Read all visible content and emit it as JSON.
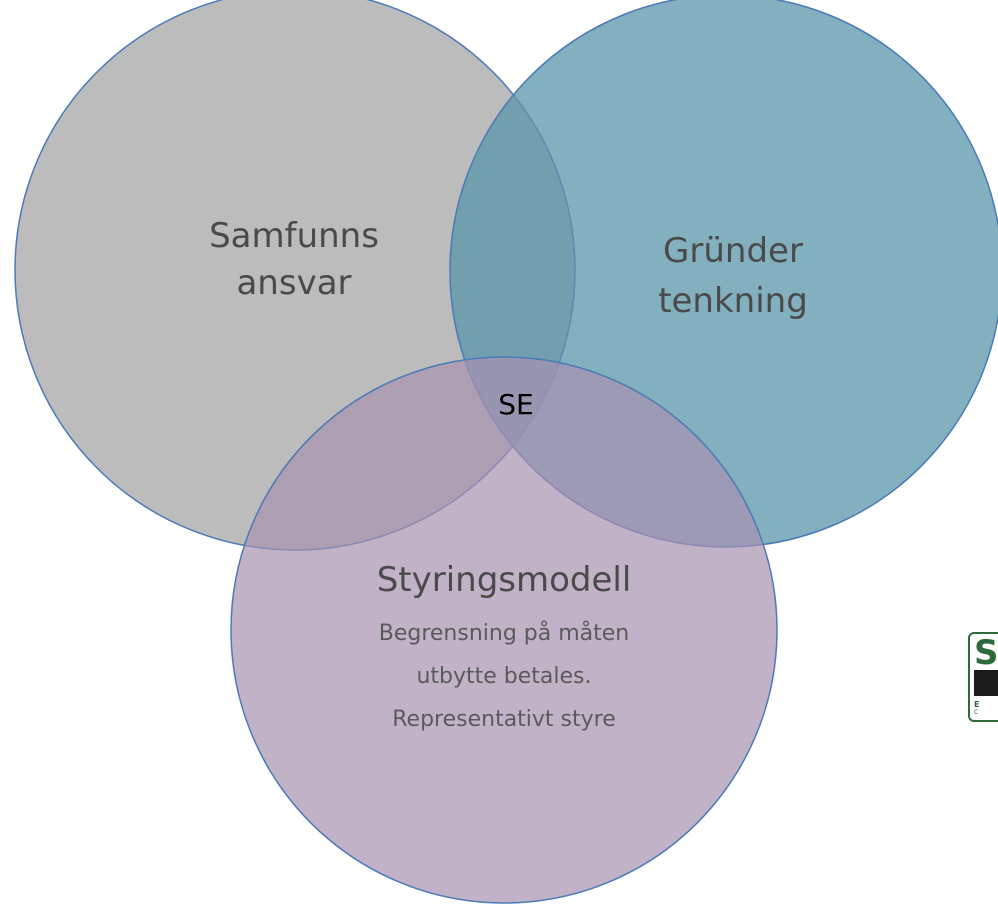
{
  "diagram": {
    "circles": [
      {
        "id": "samfunnsansvar",
        "lines": [
          "Samfunns",
          "ansvar"
        ],
        "fill": "#b0b0b0",
        "stroke": "#4a7ab8"
      },
      {
        "id": "grundertenkning",
        "lines": [
          "Gründer",
          "tenkning"
        ],
        "fill": "#5a95a8",
        "stroke": "#4a7ab8"
      },
      {
        "id": "styringsmodell",
        "title": "Styringsmodell",
        "lines": [
          "Begrensning på måten",
          "utbytte betales.",
          "Representativt styre"
        ],
        "fill": "#a892b0",
        "stroke": "#4a7ab8"
      }
    ],
    "center_label": "SE"
  },
  "logo": {
    "icon": "se-logo-icon",
    "accent": "#2e6b3a"
  }
}
